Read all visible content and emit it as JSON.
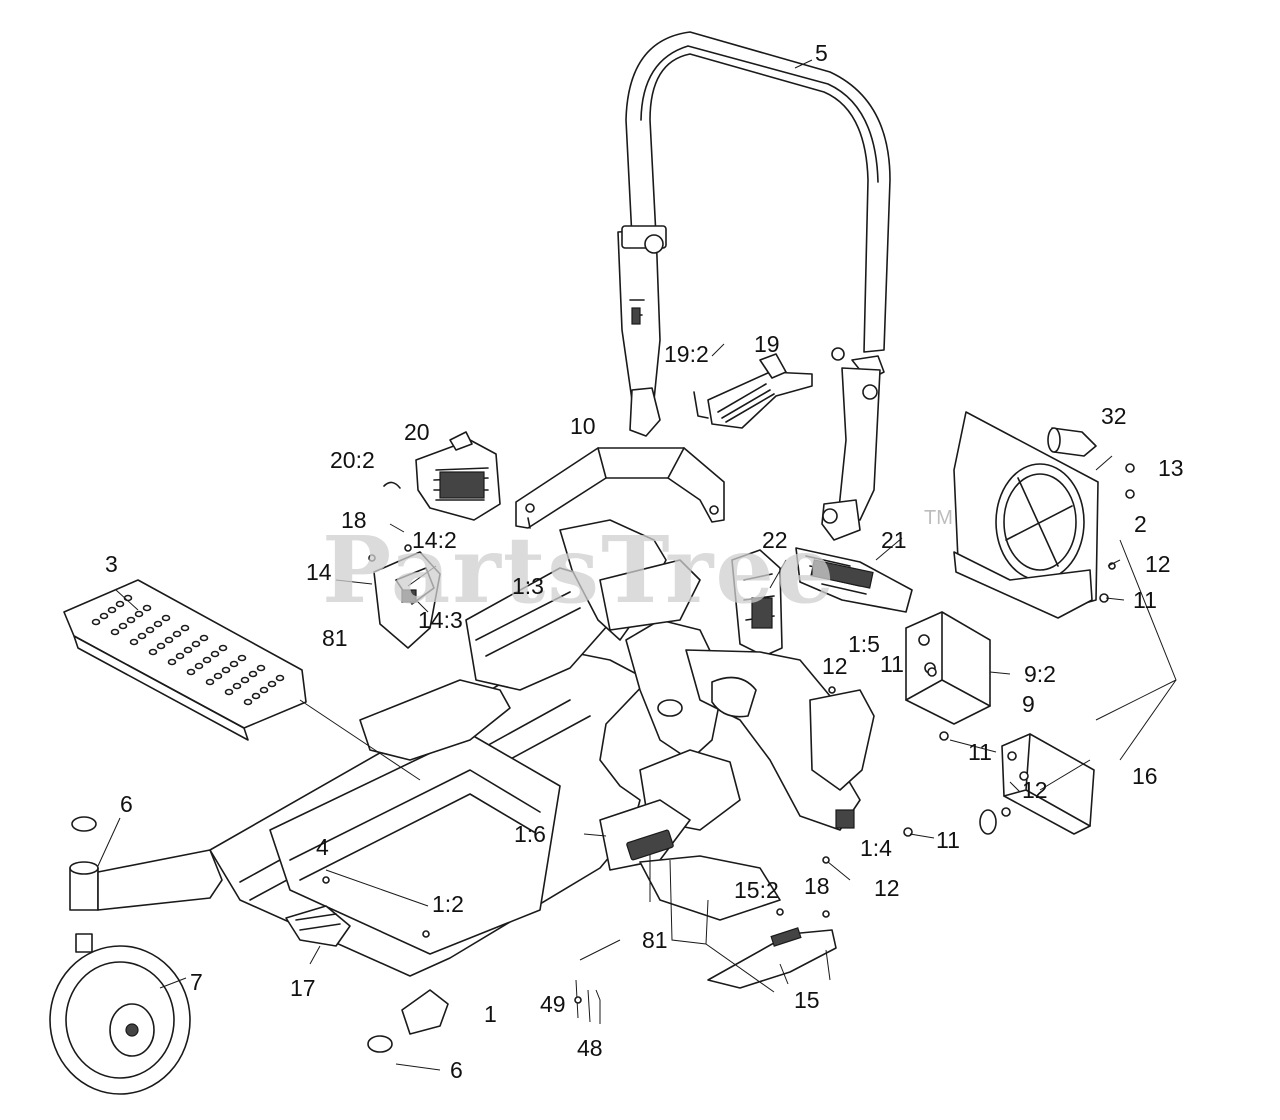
{
  "watermark": {
    "text": "PartsTree",
    "mark": "TM"
  },
  "callouts": [
    {
      "id": "c-5",
      "text": "5"
    },
    {
      "id": "c-19-2",
      "text": "19:2"
    },
    {
      "id": "c-19",
      "text": "19"
    },
    {
      "id": "c-32",
      "text": "32"
    },
    {
      "id": "c-13",
      "text": "13"
    },
    {
      "id": "c-2",
      "text": "2"
    },
    {
      "id": "c-12a",
      "text": "12"
    },
    {
      "id": "c-11a",
      "text": "11"
    },
    {
      "id": "c-10",
      "text": "10"
    },
    {
      "id": "c-20",
      "text": "20"
    },
    {
      "id": "c-20-2",
      "text": "20:2"
    },
    {
      "id": "c-18a",
      "text": "18"
    },
    {
      "id": "c-14-2",
      "text": "14:2"
    },
    {
      "id": "c-14",
      "text": "14"
    },
    {
      "id": "c-14-3",
      "text": "14:3"
    },
    {
      "id": "c-3",
      "text": "3"
    },
    {
      "id": "c-22",
      "text": "22"
    },
    {
      "id": "c-21",
      "text": "21"
    },
    {
      "id": "c-1-3",
      "text": "1:3"
    },
    {
      "id": "c-1-5",
      "text": "1:5"
    },
    {
      "id": "c-11b",
      "text": "11"
    },
    {
      "id": "c-9-2",
      "text": "9:2"
    },
    {
      "id": "c-12b",
      "text": "12"
    },
    {
      "id": "c-81a",
      "text": "81"
    },
    {
      "id": "c-9",
      "text": "9"
    },
    {
      "id": "c-11c",
      "text": "11"
    },
    {
      "id": "c-16",
      "text": "16"
    },
    {
      "id": "c-12c",
      "text": "12"
    },
    {
      "id": "c-6a",
      "text": "6"
    },
    {
      "id": "c-1-6",
      "text": "1:6"
    },
    {
      "id": "c-11d",
      "text": "11"
    },
    {
      "id": "c-1-4",
      "text": "1:4"
    },
    {
      "id": "c-4",
      "text": "4"
    },
    {
      "id": "c-12d",
      "text": "12"
    },
    {
      "id": "c-1-2",
      "text": "1:2"
    },
    {
      "id": "c-15-2",
      "text": "15:2"
    },
    {
      "id": "c-18b",
      "text": "18"
    },
    {
      "id": "c-81b",
      "text": "81"
    },
    {
      "id": "c-7",
      "text": "7"
    },
    {
      "id": "c-17",
      "text": "17"
    },
    {
      "id": "c-15",
      "text": "15"
    },
    {
      "id": "c-49",
      "text": "49"
    },
    {
      "id": "c-1",
      "text": "1"
    },
    {
      "id": "c-48",
      "text": "48"
    },
    {
      "id": "c-6b",
      "text": "6"
    }
  ]
}
